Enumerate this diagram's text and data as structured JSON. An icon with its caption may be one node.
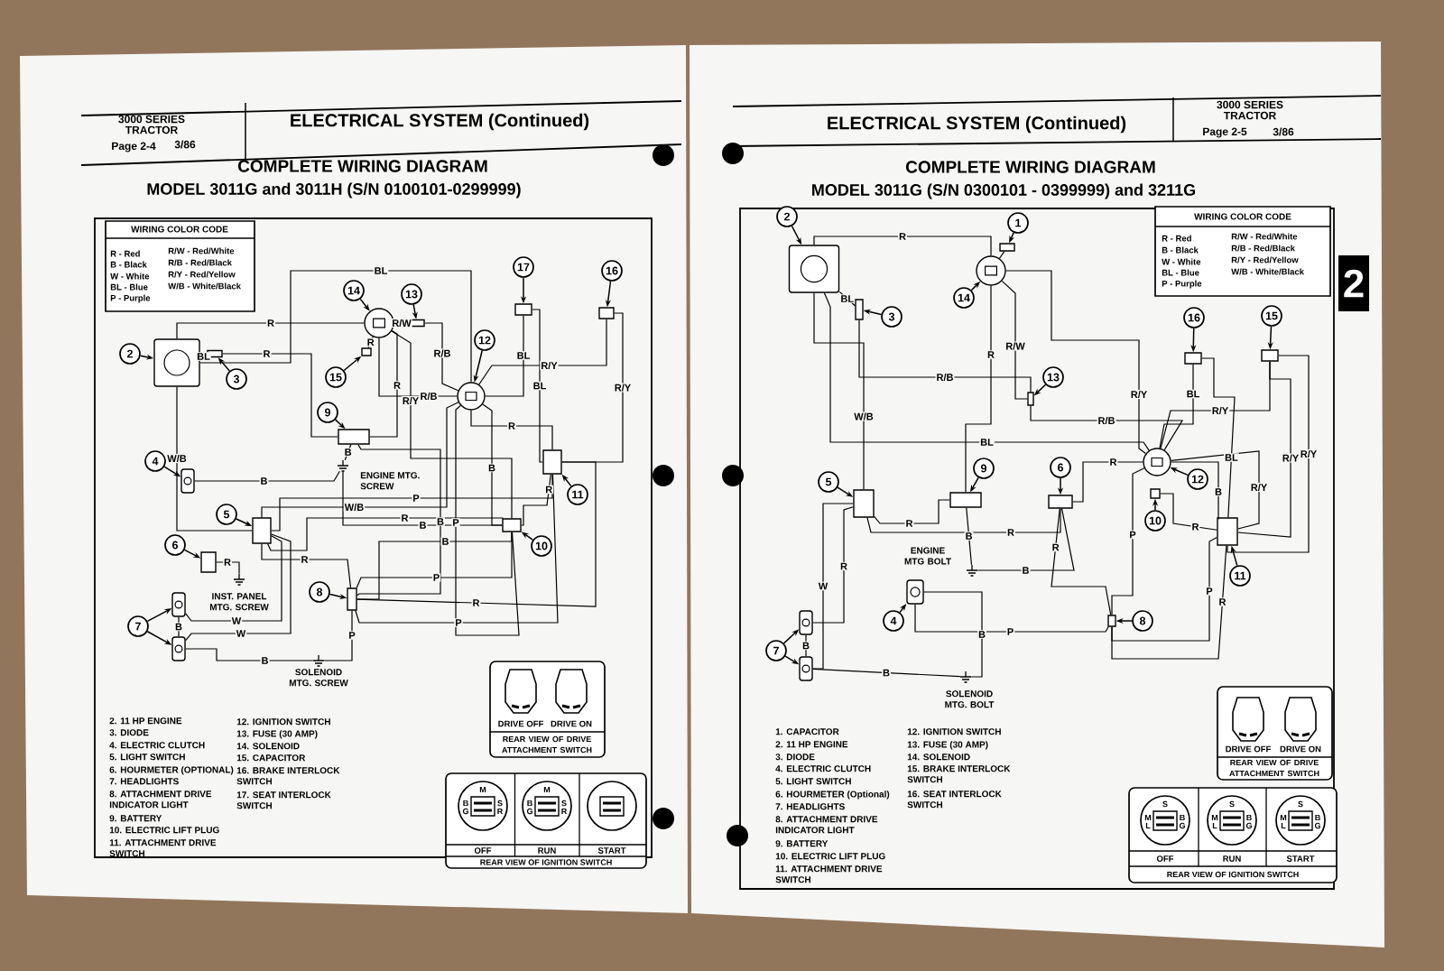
{
  "diagram": {
    "nodes": [
      {
        "text": [
          "WIRING COLOR CODE",
          "R - Red",
          "B - Black",
          "W - White",
          "BL - Blue",
          "P - Purple",
          "R/W - Red/White",
          "R/B - Red/Black",
          "R/Y - Red/Yellow",
          "W/B - White/Black"
        ]
      },
      {
        "text": [
          "2"
        ]
      },
      {
        "text": [],
        "shape": "picture"
      },
      {
        "text": [
          "3"
        ]
      },
      {
        "text": [],
        "shape": "box"
      },
      {
        "text": [
          "4"
        ]
      },
      {
        "text": [],
        "shape": "picture"
      },
      {
        "text": [
          "5"
        ]
      },
      {
        "text": [],
        "shape": "box"
      },
      {
        "text": [
          "6"
        ]
      },
      {
        "text": [],
        "shape": "box"
      },
      {
        "text": [
          "7"
        ]
      },
      {
        "text": [],
        "shape": "picture"
      },
      {
        "text": [],
        "shape": "picture"
      },
      {
        "text": [
          "8"
        ]
      },
      {
        "text": [],
        "shape": "box"
      },
      {
        "text": [
          "9"
        ]
      },
      {
        "text": [],
        "shape": "box"
      },
      {
        "text": [
          "10"
        ]
      },
      {
        "text": [],
        "shape": "box"
      },
      {
        "text": [
          "11"
        ]
      },
      {
        "text": [],
        "shape": "box"
      },
      {
        "text": [
          "12"
        ]
      },
      {
        "text": [],
        "shape": "circle"
      },
      {
        "text": [
          "13"
        ]
      },
      {
        "text": [],
        "shape": "box"
      },
      {
        "text": [
          "14"
        ]
      },
      {
        "text": [],
        "shape": "circle"
      },
      {
        "text": [
          "15"
        ]
      },
      {
        "text": [],
        "shape": "box"
      },
      {
        "text": [
          "16"
        ]
      },
      {
        "text": [],
        "shape": "box"
      },
      {
        "text": [
          "17"
        ]
      },
      {
        "text": [],
        "shape": "box"
      },
      {
        "text": [
          "ENGINE MTG. SCREW"
        ]
      },
      {
        "text": [
          "INST. PANEL MTG. SCREW"
        ]
      },
      {
        "text": [
          "SOLENOID MTG. SCREW"
        ]
      },
      {
        "text": [
          "DRIVE OFF",
          "DRIVE ON",
          "REAR VIEW OF DRIVE ATTACHMENT SWITCH"
        ]
      },
      {
        "text": [
          "OFF",
          "RUN",
          "START",
          "REAR VIEW OF IGNITION SWITCH"
        ]
      },
      {
        "text": [
          "WIRING COLOR CODE",
          "R - Red",
          "B - Black",
          "W - White",
          "BL - Blue",
          "P - Purple",
          "R/W - Red/White",
          "R/B - Red/Black",
          "R/Y - Red/Yellow",
          "W/B - White/Black"
        ]
      },
      {
        "text": [
          "1"
        ]
      },
      {
        "text": [],
        "shape": "box"
      },
      {
        "text": [
          "2"
        ]
      },
      {
        "text": [],
        "shape": "picture"
      },
      {
        "text": [
          "3"
        ]
      },
      {
        "text": [],
        "shape": "box"
      },
      {
        "text": [
          "4"
        ]
      },
      {
        "text": [],
        "shape": "picture"
      },
      {
        "text": [
          "5"
        ]
      },
      {
        "text": [],
        "shape": "box"
      },
      {
        "text": [
          "6"
        ]
      },
      {
        "text": [],
        "shape": "box"
      },
      {
        "text": [
          "7"
        ]
      },
      {
        "text": [],
        "shape": "picture"
      },
      {
        "text": [],
        "shape": "picture"
      },
      {
        "text": [
          "8"
        ]
      },
      {
        "text": [],
        "shape": "box"
      },
      {
        "text": [
          "9"
        ]
      },
      {
        "text": [],
        "shape": "box"
      },
      {
        "text": [
          "10"
        ]
      },
      {
        "text": [],
        "shape": "box"
      },
      {
        "text": [
          "11"
        ]
      },
      {
        "text": [],
        "shape": "box"
      },
      {
        "text": [
          "12"
        ]
      },
      {
        "text": [],
        "shape": "circle"
      },
      {
        "text": [
          "13"
        ]
      },
      {
        "text": [],
        "shape": "box"
      },
      {
        "text": [
          "14"
        ]
      },
      {
        "text": [],
        "shape": "circle"
      },
      {
        "text": [
          "15"
        ]
      },
      {
        "text": [],
        "shape": "box"
      },
      {
        "text": [
          "16"
        ]
      },
      {
        "text": [],
        "shape": "box"
      },
      {
        "text": [
          "ENGINE MTG BOLT"
        ]
      },
      {
        "text": [
          "SOLENOID MTG. BOLT"
        ]
      },
      {
        "text": [
          "DRIVE OFF",
          "DRIVE ON",
          "REAR VIEW OF DRIVE ATTACHMENT SWITCH"
        ]
      },
      {
        "text": [
          "OFF",
          "RUN",
          "START",
          "REAR VIEW OF IGNITION SWITCH"
        ]
      }
    ],
    "edges": [
      {
        "from": 1,
        "to": 2,
        "arrow": "to"
      },
      {
        "from": 3,
        "to": 4,
        "arrow": "to"
      },
      {
        "from": 5,
        "to": 6,
        "arrow": "to"
      },
      {
        "from": 7,
        "to": 8,
        "arrow": "to"
      },
      {
        "from": 9,
        "to": 10,
        "arrow": "to"
      },
      {
        "from": 11,
        "to": 12,
        "arrow": "to"
      },
      {
        "from": 11,
        "to": 13,
        "arrow": "to"
      },
      {
        "from": 14,
        "to": 15,
        "arrow": "to"
      },
      {
        "from": 16,
        "to": 17,
        "arrow": "to"
      },
      {
        "from": 18,
        "to": 19,
        "arrow": "to"
      },
      {
        "from": 20,
        "to": 21,
        "arrow": "to"
      },
      {
        "from": 22,
        "to": 23,
        "arrow": "to"
      },
      {
        "from": 24,
        "to": 25,
        "arrow": "to"
      },
      {
        "from": 26,
        "to": 27,
        "arrow": "to"
      },
      {
        "from": 28,
        "to": 29,
        "arrow": "to"
      },
      {
        "from": 30,
        "to": 31,
        "arrow": "to"
      },
      {
        "from": 32,
        "to": 33,
        "arrow": "to"
      },
      {
        "from": 2,
        "to": 27,
        "arrow": "none",
        "label": "R"
      },
      {
        "from": 2,
        "to": 23,
        "arrow": "none",
        "label": "BL"
      },
      {
        "from": 33,
        "to": 23,
        "arrow": "none",
        "label": "BL"
      },
      {
        "from": 33,
        "to": 21,
        "arrow": "none",
        "label": "BL"
      },
      {
        "from": 4,
        "to": 17,
        "arrow": "none",
        "label": "R"
      },
      {
        "from": 27,
        "to": 25,
        "arrow": "none",
        "label": "R/W"
      },
      {
        "from": 31,
        "to": 23,
        "arrow": "none",
        "label": "R/Y"
      },
      {
        "from": 2,
        "to": 8,
        "arrow": "none",
        "label": "W/B"
      },
      {
        "from": 25,
        "to": 23,
        "arrow": "none",
        "label": "R/B"
      },
      {
        "from": 2,
        "to": 4,
        "arrow": "none",
        "label": "BL"
      },
      {
        "from": 27,
        "to": 23,
        "arrow": "none",
        "label": "R/B"
      },
      {
        "from": 31,
        "to": 21,
        "arrow": "none",
        "label": "R/Y"
      },
      {
        "from": 23,
        "to": 21,
        "arrow": "none",
        "label": "R"
      },
      {
        "from": 23,
        "to": 19,
        "arrow": "none",
        "label": "B"
      },
      {
        "from": 27,
        "to": 17,
        "arrow": "none",
        "label": "R"
      },
      {
        "from": 27,
        "to": 19,
        "arrow": "none",
        "label": "R/Y"
      },
      {
        "from": 17,
        "to": 34,
        "arrow": "none",
        "label": "B"
      },
      {
        "from": 6,
        "to": 34,
        "arrow": "none",
        "label": "B"
      },
      {
        "from": 8,
        "to": 23,
        "arrow": "none",
        "label": "W/B"
      },
      {
        "from": 8,
        "to": 21,
        "arrow": "none",
        "label": "P"
      },
      {
        "from": 15,
        "to": 21,
        "arrow": "none",
        "label": "P"
      },
      {
        "from": 21,
        "to": 15,
        "arrow": "none",
        "label": "R"
      },
      {
        "from": 8,
        "to": 13,
        "arrow": "none",
        "label": "W"
      },
      {
        "from": 8,
        "to": 19,
        "arrow": "none",
        "label": "R"
      },
      {
        "from": 34,
        "to": 19,
        "arrow": "none",
        "label": "B"
      },
      {
        "from": 19,
        "to": 15,
        "arrow": "none",
        "label": "P"
      },
      {
        "from": 10,
        "to": 35,
        "arrow": "none",
        "label": "R"
      },
      {
        "from": 8,
        "to": 15,
        "arrow": "none",
        "label": "R"
      },
      {
        "from": 15,
        "to": 36,
        "arrow": "none",
        "label": "P"
      },
      {
        "from": 15,
        "to": 19,
        "arrow": "none",
        "label": "B"
      },
      {
        "from": 8,
        "to": 12,
        "arrow": "none",
        "label": "W"
      },
      {
        "from": 23,
        "to": 19,
        "arrow": "none",
        "label": "P"
      },
      {
        "from": 13,
        "to": 36,
        "arrow": "none",
        "label": "B"
      },
      {
        "from": 12,
        "to": 13,
        "arrow": "none",
        "label": "B"
      },
      {
        "from": 29,
        "to": 27,
        "arrow": "none",
        "label": "R"
      },
      {
        "from": 19,
        "to": 21,
        "arrow": "none",
        "label": "R"
      },
      {
        "from": 17,
        "to": 15,
        "arrow": "none",
        "label": "B"
      },
      {
        "from": 40,
        "to": 41,
        "arrow": "to"
      },
      {
        "from": 42,
        "to": 43,
        "arrow": "to"
      },
      {
        "from": 44,
        "to": 45,
        "arrow": "to"
      },
      {
        "from": 46,
        "to": 47,
        "arrow": "to"
      },
      {
        "from": 48,
        "to": 49,
        "arrow": "to"
      },
      {
        "from": 50,
        "to": 51,
        "arrow": "to"
      },
      {
        "from": 52,
        "to": 53,
        "arrow": "to"
      },
      {
        "from": 52,
        "to": 54,
        "arrow": "to"
      },
      {
        "from": 55,
        "to": 56,
        "arrow": "to"
      },
      {
        "from": 57,
        "to": 58,
        "arrow": "to"
      },
      {
        "from": 59,
        "to": 60,
        "arrow": "to"
      },
      {
        "from": 61,
        "to": 62,
        "arrow": "to"
      },
      {
        "from": 63,
        "to": 64,
        "arrow": "to"
      },
      {
        "from": 65,
        "to": 66,
        "arrow": "to"
      },
      {
        "from": 67,
        "to": 68,
        "arrow": "to"
      },
      {
        "from": 69,
        "to": 70,
        "arrow": "to"
      },
      {
        "from": 71,
        "to": 72,
        "arrow": "to"
      },
      {
        "from": 43,
        "to": 68,
        "arrow": "none",
        "label": "R"
      },
      {
        "from": 68,
        "to": 64,
        "arrow": "none",
        "label": "R/Y"
      },
      {
        "from": 68,
        "to": 66,
        "arrow": "none",
        "label": "R/W"
      },
      {
        "from": 68,
        "to": 58,
        "arrow": "none",
        "label": "R"
      },
      {
        "from": 72,
        "to": 64,
        "arrow": "none",
        "label": "BL"
      },
      {
        "from": 45,
        "to": 66,
        "arrow": "none",
        "label": "R/B"
      },
      {
        "from": 72,
        "to": 62,
        "arrow": "none",
        "label": "BL"
      },
      {
        "from": 43,
        "to": 64,
        "arrow": "none",
        "label": "BL"
      },
      {
        "from": 70,
        "to": 64,
        "arrow": "none",
        "label": "R/Y"
      },
      {
        "from": 43,
        "to": 49,
        "arrow": "none",
        "label": "W/B"
      },
      {
        "from": 66,
        "to": 64,
        "arrow": "none",
        "label": "R/B"
      },
      {
        "from": 45,
        "to": 43,
        "arrow": "none",
        "label": "BL"
      },
      {
        "from": 70,
        "to": 62,
        "arrow": "none",
        "label": "R/Y"
      },
      {
        "from": 58,
        "to": 49,
        "arrow": "none",
        "label": "R"
      },
      {
        "from": 64,
        "to": 62,
        "arrow": "none",
        "label": "B"
      },
      {
        "from": 62,
        "to": 64,
        "arrow": "none",
        "label": "R/Y"
      },
      {
        "from": 51,
        "to": 64,
        "arrow": "none",
        "label": "R"
      },
      {
        "from": 62,
        "to": 56,
        "arrow": "none",
        "label": "P"
      },
      {
        "from": 62,
        "to": 70,
        "arrow": "none",
        "label": "R/Y"
      },
      {
        "from": 51,
        "to": 49,
        "arrow": "none",
        "label": "R"
      },
      {
        "from": 56,
        "to": 62,
        "arrow": "none",
        "label": "R"
      },
      {
        "from": 49,
        "to": 54,
        "arrow": "none",
        "label": "W"
      },
      {
        "from": 58,
        "to": 73,
        "arrow": "none",
        "label": "B"
      },
      {
        "from": 73,
        "to": 51,
        "arrow": "none",
        "label": "B"
      },
      {
        "from": 47,
        "to": 74,
        "arrow": "none",
        "label": "B"
      },
      {
        "from": 53,
        "to": 49,
        "arrow": "none",
        "label": "R"
      },
      {
        "from": 47,
        "to": 56,
        "arrow": "none",
        "label": "P"
      },
      {
        "from": 51,
        "to": 56,
        "arrow": "none",
        "label": "R"
      },
      {
        "from": 54,
        "to": 74,
        "arrow": "none",
        "label": "B"
      },
      {
        "from": 64,
        "to": 56,
        "arrow": "none",
        "label": "P"
      },
      {
        "from": 53,
        "to": 54,
        "arrow": "none",
        "label": "B"
      },
      {
        "from": 60,
        "to": 62,
        "arrow": "none",
        "label": "R"
      },
      {
        "from": 41,
        "to": 68,
        "arrow": "none"
      }
    ],
    "labels": [
      "3000 SERIES TRACTOR",
      "Page 2-4",
      "3/86",
      "ELECTRICAL SYSTEM (Continued)",
      "COMPLETE WIRING DIAGRAM",
      "MODEL 3011G and 3011H (S/N 0100101-0299999)",
      "2. 11 HP ENGINE",
      "3. DIODE",
      "4. ELECTRIC CLUTCH",
      "5. LIGHT SWITCH",
      "6. HOURMETER (OPTIONAL)",
      "7. HEADLIGHTS",
      "8. ATTACHMENT DRIVE INDICATOR LIGHT",
      "9. BATTERY",
      "10. ELECTRIC LIFT PLUG",
      "11. ATTACHMENT DRIVE SWITCH",
      "12. IGNITION SWITCH",
      "13. FUSE (30 AMP)",
      "14. SOLENOID",
      "15. CAPACITOR",
      "16. BRAKE INTERLOCK SWITCH",
      "17. SEAT INTERLOCK SWITCH",
      "M",
      "B",
      "G",
      "S",
      "R",
      "M",
      "B",
      "G",
      "S",
      "R",
      "3000 SERIES TRACTOR",
      "Page 2-5",
      "3/86",
      "ELECTRICAL SYSTEM (Continued)",
      "COMPLETE WIRING DIAGRAM",
      "MODEL 3011G (S/N 0300101 - 0399999) and 3211G",
      "2",
      "1. CAPACITOR",
      "2. 11 HP ENGINE",
      "3. DIODE",
      "4. ELECTRIC CLUTCH",
      "5. LIGHT SWITCH",
      "6. HOURMETER (Optional)",
      "7. HEADLIGHTS",
      "8. ATTACHMENT DRIVE INDICATOR LIGHT",
      "9. BATTERY",
      "10. ELECTRIC LIFT PLUG",
      "11. ATTACHMENT DRIVE SWITCH",
      "12. IGNITION SWITCH",
      "13. FUSE (30 AMP)",
      "14. SOLENOID",
      "15. BRAKE INTERLOCK SWITCH",
      "16. SEAT INTERLOCK SWITCH",
      "S",
      "M",
      "L",
      "B",
      "G",
      "S",
      "M",
      "L",
      "B",
      "G",
      "S",
      "M",
      "L",
      "B",
      "G"
    ]
  }
}
